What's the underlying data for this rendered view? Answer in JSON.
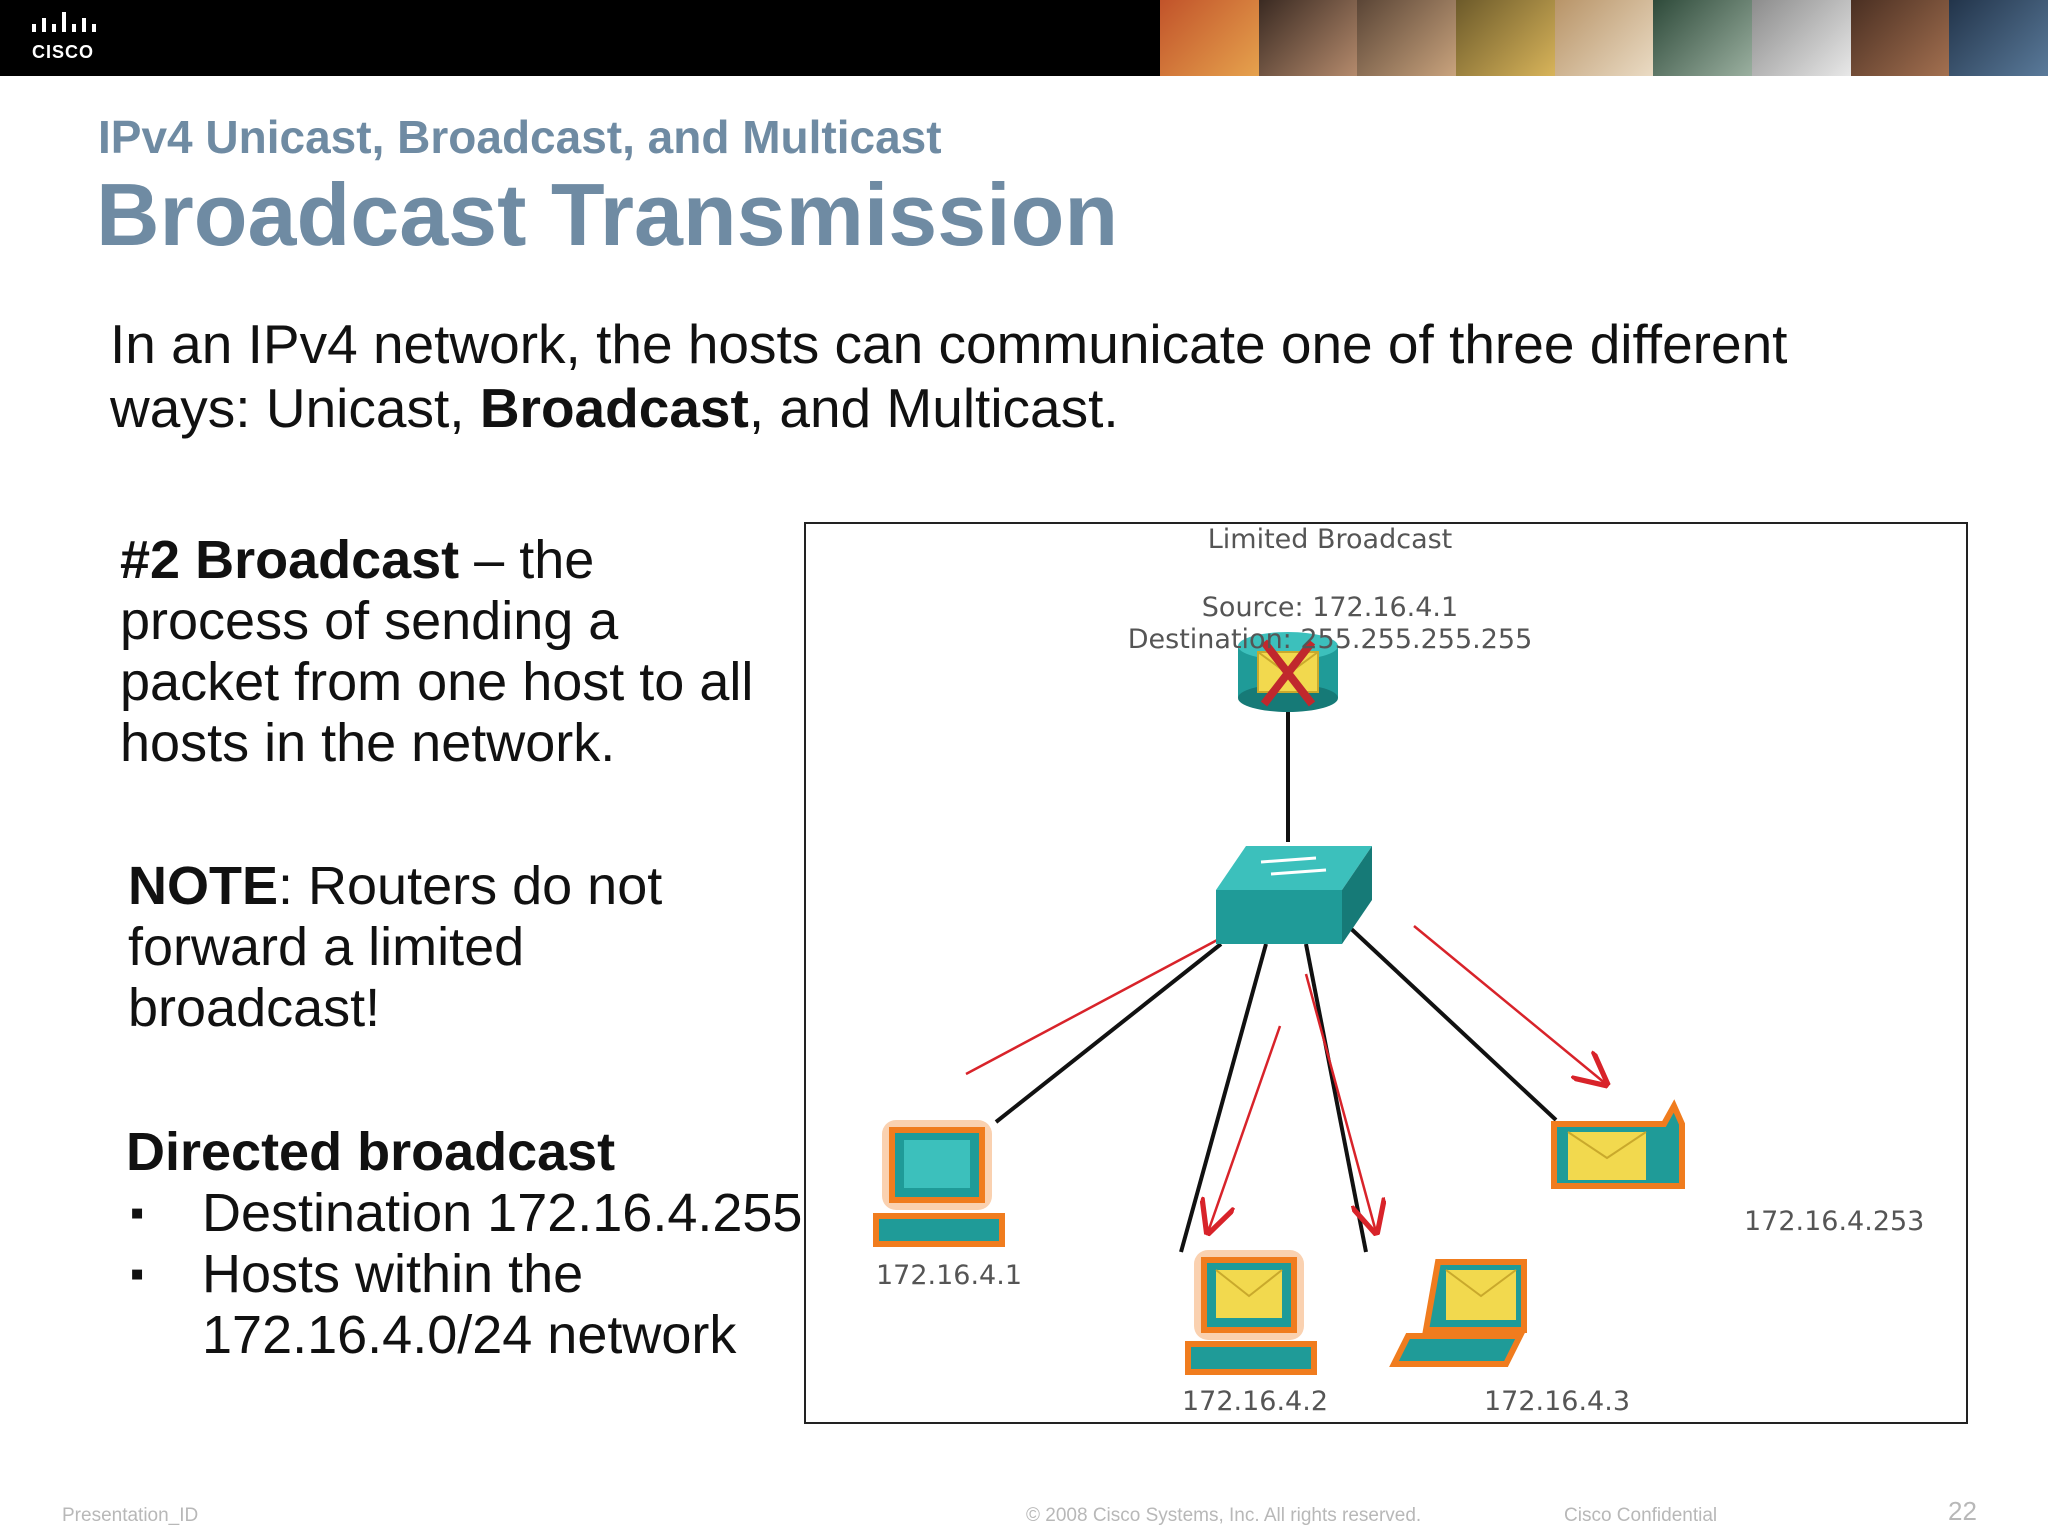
{
  "header": {
    "logo_text": "CISCO"
  },
  "slide": {
    "subtitle": "IPv4 Unicast, Broadcast, and Multicast",
    "title": "Broadcast Transmission",
    "intro_part1": "In an IPv4 network, the hosts can communicate one of three different ways: Unicast, ",
    "intro_bold": "Broadcast",
    "intro_part2": ", and Multicast.",
    "definition_bold": "#2 Broadcast",
    "definition_rest": " – the process of sending a packet from one host to all hosts in the network.",
    "note_bold": "NOTE",
    "note_rest": ": Routers do not forward a limited broadcast!",
    "directed_heading": "Directed broadcast",
    "bullet_char": "▪",
    "bullets": [
      "Destination 172.16.4.255",
      "Hosts within the 172.16.4.0/24 network"
    ]
  },
  "diagram": {
    "title": "Limited Broadcast",
    "source": "Source: 172.16.4.1",
    "destination": "Destination: 255.255.255.255",
    "hosts": [
      "172.16.4.1",
      "172.16.4.2",
      "172.16.4.3",
      "172.16.4.253"
    ],
    "colors": {
      "device": "#1f9b98",
      "glow": "#f07c1e",
      "envelope": "#f2d94e",
      "arrow": "#d8232a",
      "blocked": "#c0282d"
    }
  },
  "footer": {
    "left": "Presentation_ID",
    "center": "© 2008 Cisco Systems, Inc. All rights reserved.",
    "right": "Cisco Confidential",
    "page": "22"
  }
}
